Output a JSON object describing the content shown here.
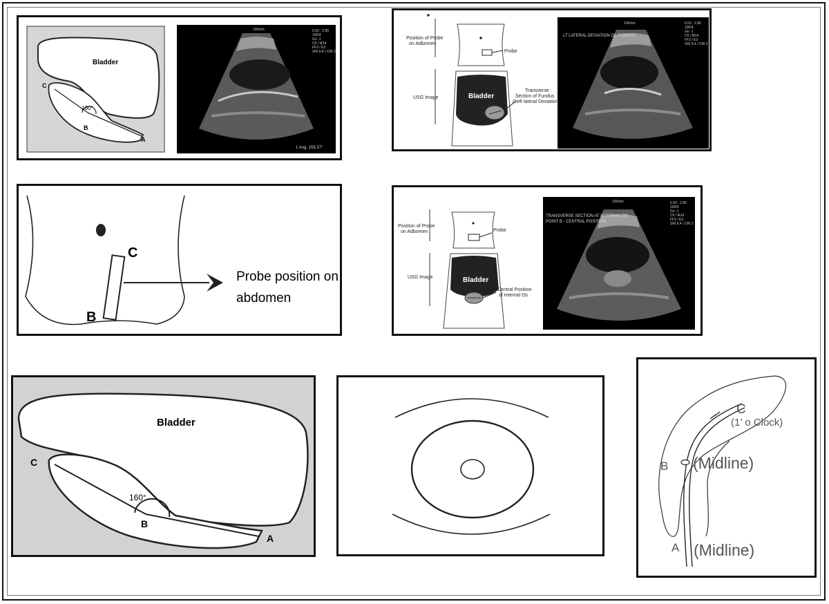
{
  "panel_tl": {
    "bladder_label": "Bladder",
    "point_c": "C",
    "point_b": "B",
    "point_a": "A",
    "angle": "160°",
    "us_info": "6.50 - 2.80\n100/4\nGn -1\nC6 / M14\nFF2 / E3\nSRI 8.4 / CRI 2",
    "us_depth": "100mm",
    "us_caption": "1 Ang. 155.37°"
  },
  "panel_tr": {
    "probe_position_label": "Position of Probe\non Adbomen",
    "probe_label": "Probe",
    "usg_image_label": "USG Image",
    "bladder_label": "Bladder",
    "transverse_label": "Transverse\nSection of Fundus\n(Left lateral Deviation)",
    "us_info": "6.50 - 2.80\n100/4\nGn -1\nC6 / M14\nFF2 / E3\nSRI 8.4 / CRI 2",
    "us_depth": "100mm",
    "us_caption": "LT LATERAL DEVIATION OF FUNDUS"
  },
  "panel_ml": {
    "point_c": "C",
    "point_b": "B",
    "caption_line1": "Probe position on",
    "caption_line2": "abdomen"
  },
  "panel_mr": {
    "probe_position_label": "Position of Probe\non Adbomen",
    "probe_label": "Probe",
    "usg_image_label": "USG Image",
    "bladder_label": "Bladder",
    "central_label": "Central Position\nof Internal  Os",
    "us_info": "6.50 - 2.80\n100/4\nGn -1\nC6 / M14\nFF2 / E3\nSRI 8.4 / CRI 2",
    "us_depth": "100mm",
    "us_caption": "TRANSVERSE SECTION AT INTERNAL OS\nPOINT B - CENTRAL POSITION"
  },
  "panel_bl": {
    "bladder_label": "Bladder",
    "point_c": "C",
    "point_b": "B",
    "point_a": "A",
    "angle": "160°"
  },
  "panel_br": {
    "point_c": "C",
    "clock_label": "(1’ o Clock)",
    "point_b": "B",
    "midline_b": "(Midline)",
    "point_a": "A",
    "midline_a": "(Midline)"
  }
}
